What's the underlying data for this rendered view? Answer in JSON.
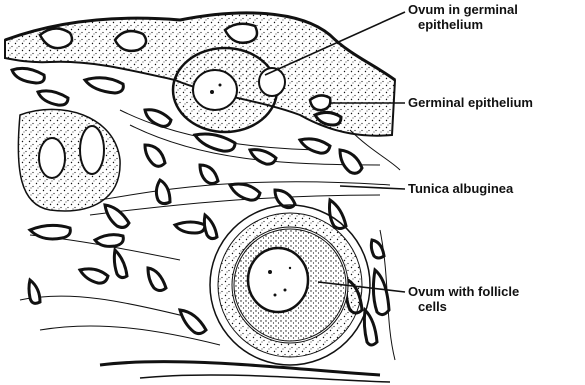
{
  "labels": {
    "ovum_germinal_line1": "Ovum in germinal",
    "ovum_germinal_line2": "epithelium",
    "germinal_epithelium": "Germinal epithelium",
    "tunica_albuginea": "Tunica albuginea",
    "ovum_follicle_line1": "Ovum with follicle",
    "ovum_follicle_line2": "cells"
  },
  "colors": {
    "ink": "#111111",
    "paper": "#ffffff"
  }
}
